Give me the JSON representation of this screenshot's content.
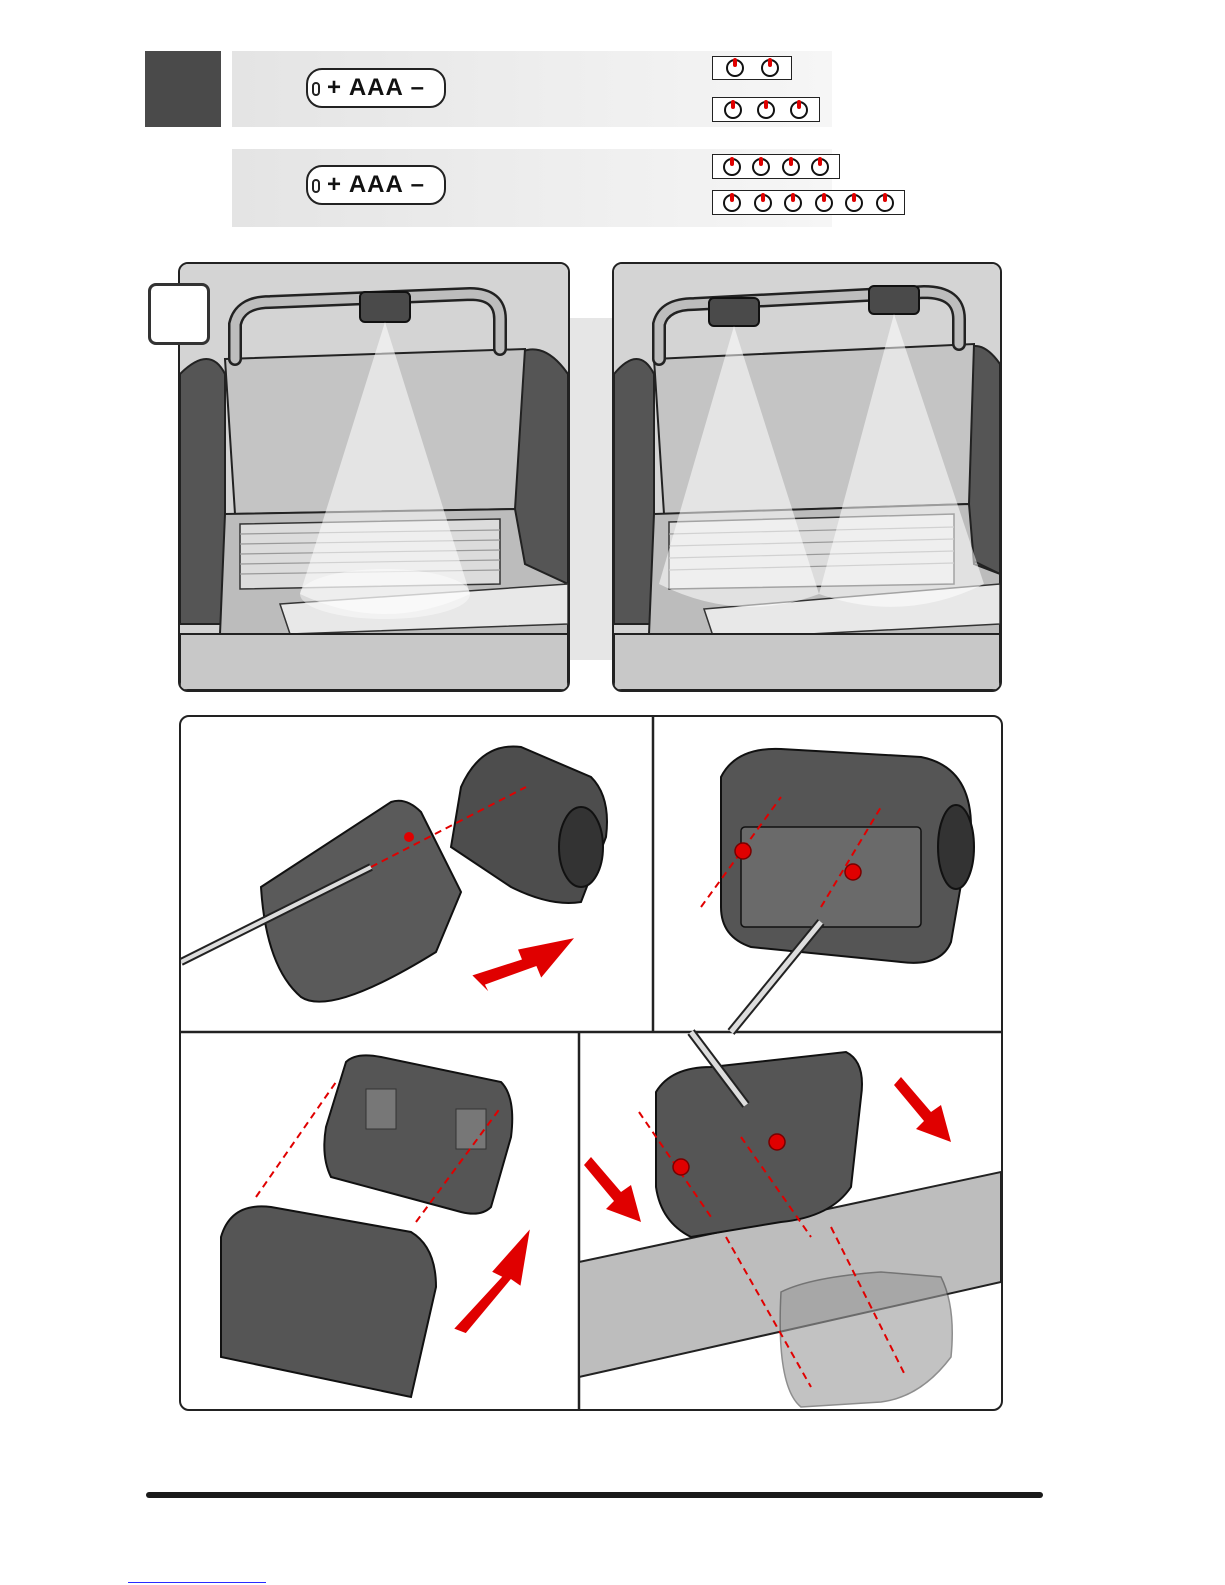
{
  "battery_rows": [
    {
      "battery_label": "+ AAA –",
      "knob_groups": [
        2,
        3
      ]
    },
    {
      "battery_label": "+ AAA –",
      "knob_groups": [
        4,
        6
      ]
    }
  ],
  "colors": {
    "accent_red": "#e00000",
    "dark_step_box": "#4a4a4a",
    "panel_gray": "#d9d9d9"
  },
  "icons": {
    "knob": "burner-knob-icon",
    "battery": "aaa-battery-icon",
    "arrow": "double-arrow-icon"
  }
}
